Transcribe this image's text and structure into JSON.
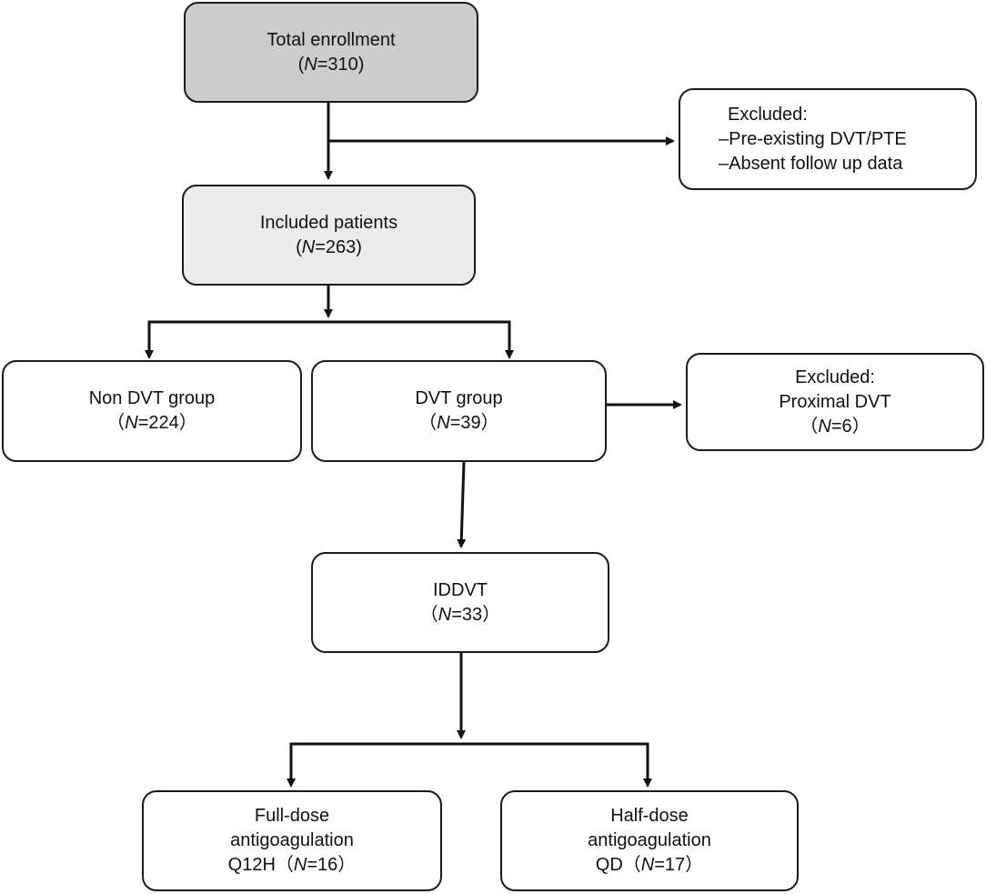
{
  "total": {
    "title": "Total enrollment",
    "count_open": "(",
    "n": "N",
    "count_rest": "=310)"
  },
  "excluded_1": {
    "title": "Excluded:",
    "item1": "–Pre-existing DVT/PTE",
    "item2": "–Absent follow up data"
  },
  "included": {
    "title": "Included patients",
    "count_open": "(",
    "n": "N",
    "count_rest": "=263)"
  },
  "non_dvt": {
    "title": "Non DVT group",
    "count_open": "（",
    "n": "N",
    "count_rest": "=224）"
  },
  "dvt": {
    "title": "DVT group",
    "count_open": "（",
    "n": "N",
    "count_rest": "=39）"
  },
  "excluded_2": {
    "title": "Excluded:",
    "item1": "Proximal DVT",
    "count_open": "（",
    "n": "N",
    "count_rest": "=6）"
  },
  "iddvt": {
    "title": "IDDVT",
    "count_open": "（",
    "n": "N",
    "count_rest": "=33）"
  },
  "full_dose": {
    "line1": "Full-dose",
    "line2": "antigoagulation",
    "prefix": "Q12H（",
    "n": "N",
    "count_rest": "=16）"
  },
  "half_dose": {
    "line1": "Half-dose",
    "line2": "antigoagulation",
    "prefix": "QD（",
    "n": "N",
    "count_rest": "=17）"
  },
  "colors": {
    "box_border": "#1a1a1a",
    "total_fill": "#cccccc",
    "included_fill": "#ececec",
    "arrow": "#111111"
  }
}
